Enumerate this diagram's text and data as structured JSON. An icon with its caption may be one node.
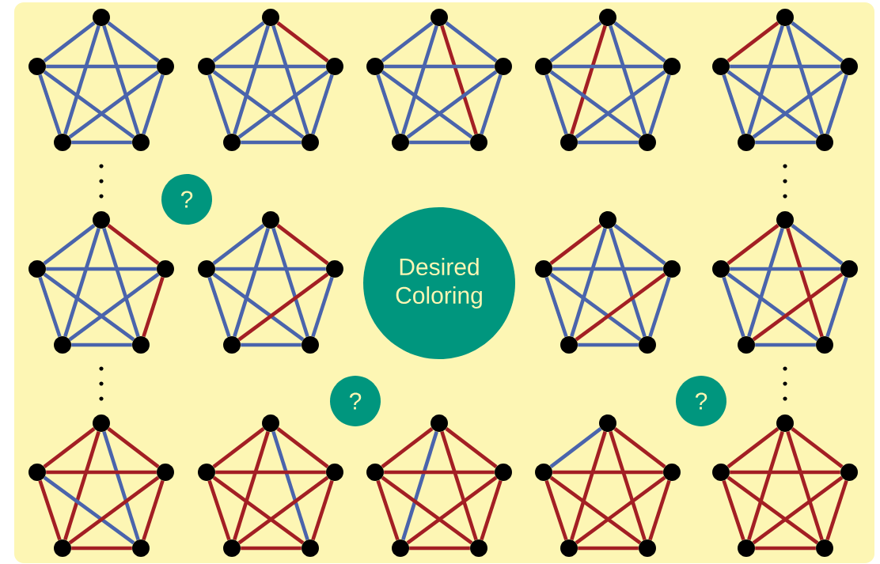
{
  "diagram": {
    "nodes": [
      {
        "text": [],
        "shape": "circle"
      },
      {
        "text": [],
        "shape": "circle"
      },
      {
        "text": [],
        "shape": "circle"
      },
      {
        "text": [],
        "shape": "circle"
      },
      {
        "text": [],
        "shape": "circle"
      },
      {
        "text": [],
        "shape": "circle"
      },
      {
        "text": [],
        "shape": "circle"
      },
      {
        "text": [],
        "shape": "circle"
      },
      {
        "text": [],
        "shape": "circle"
      },
      {
        "text": [],
        "shape": "circle"
      },
      {
        "text": [],
        "shape": "circle"
      },
      {
        "text": [],
        "shape": "circle"
      },
      {
        "text": [],
        "shape": "circle"
      },
      {
        "text": [],
        "shape": "circle"
      },
      {
        "text": [],
        "shape": "circle"
      },
      {
        "text": [],
        "shape": "circle"
      },
      {
        "text": [],
        "shape": "circle"
      },
      {
        "text": [],
        "shape": "circle"
      },
      {
        "text": [],
        "shape": "circle"
      },
      {
        "text": [],
        "shape": "circle"
      },
      {
        "text": [],
        "shape": "circle"
      },
      {
        "text": [],
        "shape": "circle"
      },
      {
        "text": [],
        "shape": "circle"
      },
      {
        "text": [],
        "shape": "circle"
      },
      {
        "text": [],
        "shape": "circle"
      },
      {
        "text": [
          "?"
        ]
      },
      {
        "text": [],
        "shape": "circle"
      },
      {
        "text": [],
        "shape": "circle"
      },
      {
        "text": [],
        "shape": "circle"
      },
      {
        "text": [],
        "shape": "circle"
      },
      {
        "text": [],
        "shape": "circle"
      },
      {
        "text": [],
        "shape": "circle"
      },
      {
        "text": [],
        "shape": "circle"
      },
      {
        "text": [],
        "shape": "circle"
      },
      {
        "text": [],
        "shape": "circle"
      },
      {
        "text": [],
        "shape": "circle"
      },
      {
        "text": [
          "Desired Coloring"
        ]
      },
      {
        "text": [],
        "shape": "circle"
      },
      {
        "text": [],
        "shape": "circle"
      },
      {
        "text": [],
        "shape": "circle"
      },
      {
        "text": [],
        "shape": "circle"
      },
      {
        "text": [],
        "shape": "circle"
      },
      {
        "text": [],
        "shape": "circle"
      },
      {
        "text": [],
        "shape": "circle"
      },
      {
        "text": [],
        "shape": "circle"
      },
      {
        "text": [],
        "shape": "circle"
      },
      {
        "text": [],
        "shape": "circle"
      },
      {
        "text": [
          "?"
        ]
      },
      {
        "text": [
          "?"
        ]
      },
      {
        "text": [],
        "shape": "circle"
      },
      {
        "text": [],
        "shape": "circle"
      },
      {
        "text": [],
        "shape": "circle"
      },
      {
        "text": [],
        "shape": "circle"
      },
      {
        "text": [],
        "shape": "circle"
      },
      {
        "text": [],
        "shape": "circle"
      },
      {
        "text": [],
        "shape": "circle"
      },
      {
        "text": [],
        "shape": "circle"
      },
      {
        "text": [],
        "shape": "circle"
      },
      {
        "text": [],
        "shape": "circle"
      },
      {
        "text": [],
        "shape": "circle"
      },
      {
        "text": [],
        "shape": "circle"
      },
      {
        "text": [],
        "shape": "circle"
      },
      {
        "text": [],
        "shape": "circle"
      },
      {
        "text": [],
        "shape": "circle"
      },
      {
        "text": [],
        "shape": "circle"
      },
      {
        "text": [],
        "shape": "circle"
      },
      {
        "text": [],
        "shape": "circle"
      },
      {
        "text": [],
        "shape": "circle"
      },
      {
        "text": [],
        "shape": "circle"
      },
      {
        "text": [],
        "shape": "circle"
      },
      {
        "text": [],
        "shape": "circle"
      },
      {
        "text": [],
        "shape": "circle"
      },
      {
        "text": [],
        "shape": "circle"
      },
      {
        "text": [],
        "shape": "circle"
      }
    ],
    "edges": [
      {
        "from": 0,
        "to": 1,
        "arrow": "none"
      },
      {
        "from": 0,
        "to": 2,
        "arrow": "none"
      },
      {
        "from": 0,
        "to": 3,
        "arrow": "none"
      },
      {
        "from": 0,
        "to": 4,
        "arrow": "none"
      },
      {
        "from": 1,
        "to": 2,
        "arrow": "none"
      },
      {
        "from": 1,
        "to": 3,
        "arrow": "none"
      },
      {
        "from": 1,
        "to": 4,
        "arrow": "none"
      },
      {
        "from": 2,
        "to": 3,
        "arrow": "none"
      },
      {
        "from": 2,
        "to": 4,
        "arrow": "none"
      },
      {
        "from": 3,
        "to": 4,
        "arrow": "none"
      },
      {
        "from": 5,
        "to": 6,
        "arrow": "none"
      },
      {
        "from": 5,
        "to": 7,
        "arrow": "none",
        "color": "#a31f24"
      },
      {
        "from": 5,
        "to": 8,
        "arrow": "none"
      },
      {
        "from": 5,
        "to": 9,
        "arrow": "none"
      },
      {
        "from": 6,
        "to": 7,
        "arrow": "none"
      },
      {
        "from": 6,
        "to": 8,
        "arrow": "none"
      },
      {
        "from": 6,
        "to": 9,
        "arrow": "none"
      },
      {
        "from": 7,
        "to": 8,
        "arrow": "none"
      },
      {
        "from": 7,
        "to": 9,
        "arrow": "none"
      },
      {
        "from": 8,
        "to": 9,
        "arrow": "none"
      },
      {
        "from": 10,
        "to": 11,
        "arrow": "none"
      },
      {
        "from": 10,
        "to": 12,
        "arrow": "none"
      },
      {
        "from": 10,
        "to": 13,
        "arrow": "none"
      },
      {
        "from": 10,
        "to": 14,
        "arrow": "none",
        "color": "#a31f24"
      },
      {
        "from": 11,
        "to": 12,
        "arrow": "none"
      },
      {
        "from": 11,
        "to": 13,
        "arrow": "none"
      },
      {
        "from": 11,
        "to": 14,
        "arrow": "none"
      },
      {
        "from": 12,
        "to": 13,
        "arrow": "none"
      },
      {
        "from": 12,
        "to": 14,
        "arrow": "none"
      },
      {
        "from": 13,
        "to": 14,
        "arrow": "none"
      },
      {
        "from": 15,
        "to": 16,
        "arrow": "none"
      },
      {
        "from": 15,
        "to": 17,
        "arrow": "none"
      },
      {
        "from": 15,
        "to": 18,
        "arrow": "none",
        "color": "#a31f24"
      },
      {
        "from": 15,
        "to": 19,
        "arrow": "none"
      },
      {
        "from": 16,
        "to": 17,
        "arrow": "none"
      },
      {
        "from": 16,
        "to": 18,
        "arrow": "none"
      },
      {
        "from": 16,
        "to": 19,
        "arrow": "none"
      },
      {
        "from": 17,
        "to": 18,
        "arrow": "none"
      },
      {
        "from": 17,
        "to": 19,
        "arrow": "none"
      },
      {
        "from": 18,
        "to": 19,
        "arrow": "none"
      },
      {
        "from": 20,
        "to": 21,
        "arrow": "none",
        "color": "#a31f24"
      },
      {
        "from": 20,
        "to": 22,
        "arrow": "none"
      },
      {
        "from": 20,
        "to": 23,
        "arrow": "none"
      },
      {
        "from": 20,
        "to": 24,
        "arrow": "none"
      },
      {
        "from": 21,
        "to": 22,
        "arrow": "none"
      },
      {
        "from": 21,
        "to": 23,
        "arrow": "none"
      },
      {
        "from": 21,
        "to": 24,
        "arrow": "none"
      },
      {
        "from": 22,
        "to": 23,
        "arrow": "none"
      },
      {
        "from": 22,
        "to": 24,
        "arrow": "none"
      },
      {
        "from": 23,
        "to": 24,
        "arrow": "none"
      },
      {
        "from": 26,
        "to": 27,
        "arrow": "none"
      },
      {
        "from": 26,
        "to": 28,
        "arrow": "none",
        "color": "#a31f24"
      },
      {
        "from": 26,
        "to": 29,
        "arrow": "none"
      },
      {
        "from": 26,
        "to": 30,
        "arrow": "none"
      },
      {
        "from": 27,
        "to": 28,
        "arrow": "none"
      },
      {
        "from": 27,
        "to": 29,
        "arrow": "none"
      },
      {
        "from": 27,
        "to": 30,
        "arrow": "none"
      },
      {
        "from": 28,
        "to": 29,
        "arrow": "none"
      },
      {
        "from": 28,
        "to": 30,
        "arrow": "none",
        "color": "#a31f24"
      },
      {
        "from": 29,
        "to": 30,
        "arrow": "none"
      },
      {
        "from": 31,
        "to": 32,
        "arrow": "none"
      },
      {
        "from": 31,
        "to": 33,
        "arrow": "none",
        "color": "#a31f24"
      },
      {
        "from": 31,
        "to": 34,
        "arrow": "none"
      },
      {
        "from": 31,
        "to": 35,
        "arrow": "none"
      },
      {
        "from": 32,
        "to": 33,
        "arrow": "none"
      },
      {
        "from": 32,
        "to": 34,
        "arrow": "none"
      },
      {
        "from": 32,
        "to": 35,
        "arrow": "none"
      },
      {
        "from": 33,
        "to": 34,
        "arrow": "none",
        "color": "#a31f24"
      },
      {
        "from": 33,
        "to": 35,
        "arrow": "none"
      },
      {
        "from": 34,
        "to": 35,
        "arrow": "none"
      },
      {
        "from": 37,
        "to": 38,
        "arrow": "none",
        "color": "#a31f24"
      },
      {
        "from": 37,
        "to": 39,
        "arrow": "none"
      },
      {
        "from": 37,
        "to": 40,
        "arrow": "none"
      },
      {
        "from": 37,
        "to": 41,
        "arrow": "none"
      },
      {
        "from": 38,
        "to": 39,
        "arrow": "none"
      },
      {
        "from": 38,
        "to": 40,
        "arrow": "none"
      },
      {
        "from": 38,
        "to": 41,
        "arrow": "none"
      },
      {
        "from": 39,
        "to": 40,
        "arrow": "none",
        "color": "#a31f24"
      },
      {
        "from": 39,
        "to": 41,
        "arrow": "none"
      },
      {
        "from": 40,
        "to": 41,
        "arrow": "none"
      },
      {
        "from": 42,
        "to": 43,
        "arrow": "none",
        "color": "#a31f24"
      },
      {
        "from": 42,
        "to": 44,
        "arrow": "none"
      },
      {
        "from": 42,
        "to": 45,
        "arrow": "none"
      },
      {
        "from": 42,
        "to": 46,
        "arrow": "none",
        "color": "#a31f24"
      },
      {
        "from": 43,
        "to": 44,
        "arrow": "none"
      },
      {
        "from": 43,
        "to": 45,
        "arrow": "none"
      },
      {
        "from": 43,
        "to": 46,
        "arrow": "none"
      },
      {
        "from": 44,
        "to": 45,
        "arrow": "none",
        "color": "#a31f24"
      },
      {
        "from": 44,
        "to": 46,
        "arrow": "none"
      },
      {
        "from": 45,
        "to": 46,
        "arrow": "none"
      },
      {
        "from": 49,
        "to": 50,
        "arrow": "none",
        "color": "#a31f24"
      },
      {
        "from": 49,
        "to": 51,
        "arrow": "none",
        "color": "#a31f24"
      },
      {
        "from": 49,
        "to": 52,
        "arrow": "none",
        "color": "#a31f24"
      },
      {
        "from": 49,
        "to": 53,
        "arrow": "none"
      },
      {
        "from": 50,
        "to": 51,
        "arrow": "none",
        "color": "#a31f24"
      },
      {
        "from": 50,
        "to": 52,
        "arrow": "none",
        "color": "#a31f24"
      },
      {
        "from": 50,
        "to": 53,
        "arrow": "none"
      },
      {
        "from": 51,
        "to": 52,
        "arrow": "none",
        "color": "#a31f24"
      },
      {
        "from": 51,
        "to": 53,
        "arrow": "none",
        "color": "#a31f24"
      },
      {
        "from": 52,
        "to": 53,
        "arrow": "none",
        "color": "#a31f24"
      },
      {
        "from": 54,
        "to": 55,
        "arrow": "none",
        "color": "#a31f24"
      },
      {
        "from": 54,
        "to": 56,
        "arrow": "none",
        "color": "#a31f24"
      },
      {
        "from": 54,
        "to": 57,
        "arrow": "none",
        "color": "#a31f24"
      },
      {
        "from": 54,
        "to": 58,
        "arrow": "none"
      },
      {
        "from": 55,
        "to": 56,
        "arrow": "none",
        "color": "#a31f24"
      },
      {
        "from": 55,
        "to": 57,
        "arrow": "none",
        "color": "#a31f24"
      },
      {
        "from": 55,
        "to": 58,
        "arrow": "none",
        "color": "#a31f24"
      },
      {
        "from": 56,
        "to": 57,
        "arrow": "none",
        "color": "#a31f24"
      },
      {
        "from": 56,
        "to": 58,
        "arrow": "none",
        "color": "#a31f24"
      },
      {
        "from": 57,
        "to": 58,
        "arrow": "none",
        "color": "#a31f24"
      },
      {
        "from": 59,
        "to": 60,
        "arrow": "none",
        "color": "#a31f24"
      },
      {
        "from": 59,
        "to": 61,
        "arrow": "none",
        "color": "#a31f24"
      },
      {
        "from": 59,
        "to": 62,
        "arrow": "none"
      },
      {
        "from": 59,
        "to": 63,
        "arrow": "none",
        "color": "#a31f24"
      },
      {
        "from": 60,
        "to": 61,
        "arrow": "none",
        "color": "#a31f24"
      },
      {
        "from": 60,
        "to": 62,
        "arrow": "none",
        "color": "#a31f24"
      },
      {
        "from": 60,
        "to": 63,
        "arrow": "none",
        "color": "#a31f24"
      },
      {
        "from": 61,
        "to": 62,
        "arrow": "none",
        "color": "#a31f24"
      },
      {
        "from": 61,
        "to": 63,
        "arrow": "none",
        "color": "#a31f24"
      },
      {
        "from": 62,
        "to": 63,
        "arrow": "none",
        "color": "#a31f24"
      },
      {
        "from": 64,
        "to": 65,
        "arrow": "none"
      },
      {
        "from": 64,
        "to": 66,
        "arrow": "none",
        "color": "#a31f24"
      },
      {
        "from": 64,
        "to": 67,
        "arrow": "none",
        "color": "#a31f24"
      },
      {
        "from": 64,
        "to": 68,
        "arrow": "none",
        "color": "#a31f24"
      },
      {
        "from": 65,
        "to": 66,
        "arrow": "none",
        "color": "#a31f24"
      },
      {
        "from": 65,
        "to": 67,
        "arrow": "none",
        "color": "#a31f24"
      },
      {
        "from": 65,
        "to": 68,
        "arrow": "none",
        "color": "#a31f24"
      },
      {
        "from": 66,
        "to": 67,
        "arrow": "none",
        "color": "#a31f24"
      },
      {
        "from": 66,
        "to": 68,
        "arrow": "none",
        "color": "#a31f24"
      },
      {
        "from": 67,
        "to": 68,
        "arrow": "none",
        "color": "#a31f24"
      },
      {
        "from": 69,
        "to": 70,
        "arrow": "none",
        "color": "#a31f24"
      },
      {
        "from": 69,
        "to": 71,
        "arrow": "none",
        "color": "#a31f24"
      },
      {
        "from": 69,
        "to": 72,
        "arrow": "none",
        "color": "#a31f24"
      },
      {
        "from": 69,
        "to": 73,
        "arrow": "none",
        "color": "#a31f24"
      },
      {
        "from": 70,
        "to": 71,
        "arrow": "none",
        "color": "#a31f24"
      },
      {
        "from": 70,
        "to": 72,
        "arrow": "none",
        "color": "#a31f24"
      },
      {
        "from": 70,
        "to": 73,
        "arrow": "none",
        "color": "#a31f24"
      },
      {
        "from": 71,
        "to": 72,
        "arrow": "none",
        "color": "#a31f24"
      },
      {
        "from": 71,
        "to": 73,
        "arrow": "none",
        "color": "#a31f24"
      },
      {
        "from": 72,
        "to": 73,
        "arrow": "none",
        "color": "#a31f24"
      }
    ]
  }
}
